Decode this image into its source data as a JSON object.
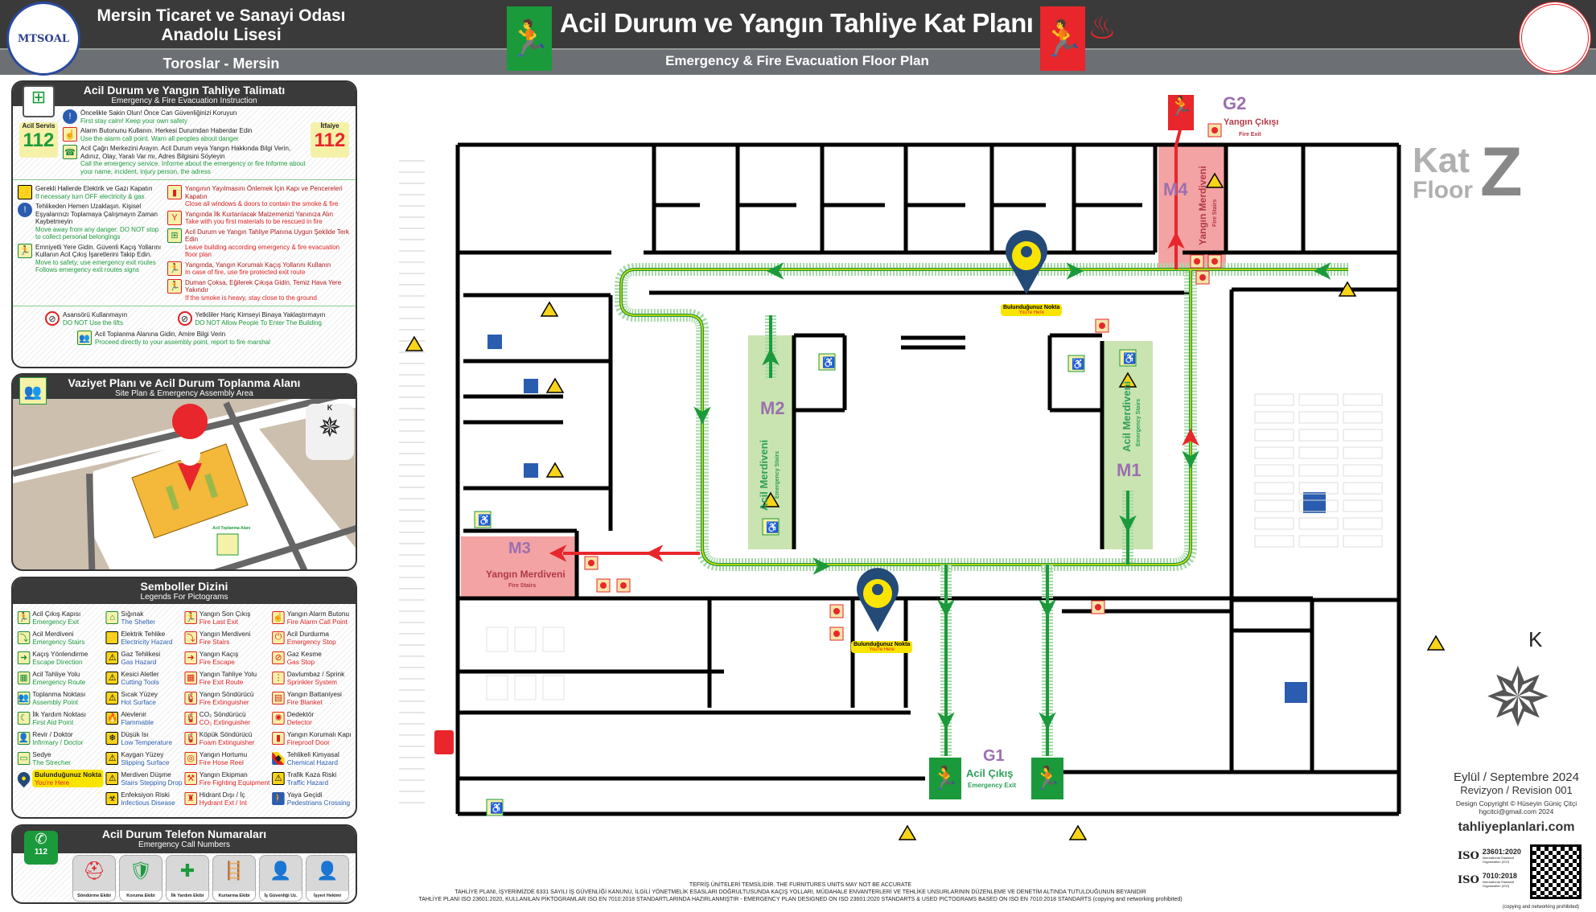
{
  "header": {
    "school_line1": "Mersin Ticaret ve Sanayi Odası",
    "school_line2": "Anadolu Lisesi",
    "location": "Toroslar - Mersin",
    "logo_text": "MTSOAL",
    "title": "Acil Durum ve Yangın Tahliye Kat Planı",
    "subtitle": "Emergency & Fire Evacuation Floor Plan"
  },
  "instructions": {
    "title": "Acil Durum ve Yangın Tahliye Talimatı",
    "subtitle": "Emergency & Fire Evacuation Instruction",
    "badge_left": {
      "label": "Acil Servis",
      "number": "112"
    },
    "badge_right": {
      "label": "İtfaiye",
      "number": "112"
    },
    "top": [
      {
        "tr": "Öncelikle Sakin Olun! Önce Can Güvenliğinizi Koruyun",
        "en": "First stay calm! Keep your own safety"
      },
      {
        "tr": "Alarm Butonunu Kullanın. Herkesi Durumdan Haberdar Edin",
        "en": "Use the alarm call point. Warn all peoples about danger"
      },
      {
        "tr": "Acil Çağrı Merkezini Arayın. Acil Durum veya Yangın Hakkında Bilgi Verin, Adınız, Olay, Yaralı Var mı, Adres Bilgisini Söyleyin",
        "en": "Call the emergency service. Informe about the emergency or fire Informe about your name, incident, injury person, the adress"
      }
    ],
    "left": [
      {
        "tr": "Gerekli Hallerde Elektrik ve Gazı Kapatın",
        "en": "If necessary turn OFF electricity & gas"
      },
      {
        "tr": "Tehlikeden Hemen Uzaklaşın. Kişisel Eşyalarınızı Toplamaya Çalışmayın Zaman Kaybetmeyin",
        "en": "Move away from any danger. DO NOT stop to collect personal belongings"
      },
      {
        "tr": "Emniyetli Yere Gidin. Güvenli Kaçış Yollarını Kullanın Acil Çıkış İşaretlerini Takip Edin.",
        "en": "Move to safety, use emergency exit routes Follows emergency exit routes signs"
      }
    ],
    "right": [
      {
        "tr": "Yangının Yayılmasını Önlemek İçin Kapı ve Pencereleri Kapatın",
        "en": "Close all windows & doors to contain the smoke & fire"
      },
      {
        "tr": "Yangında İlk Kurtarılacak Malzemenizi Yanınıza Alın",
        "en": "Take with you first materials to be rescued in fire"
      },
      {
        "tr": "Acil Durum ve Yangın Tahliye Planına Uygun Şekilde Terk Edin",
        "en": "Leave building according emergency & fire evacuation floor plan"
      },
      {
        "tr": "Yangında, Yangın Korumalı Kaçış Yollarını Kullanın",
        "en": "In case of fire, use fire protected exit route"
      },
      {
        "tr": "Duman Çoksa, Eğilerek Çıkışa Gidin, Temiz Hava Yere Yakındır",
        "en": "If the smoke is heavy, stay close to the ground"
      }
    ],
    "bottom": [
      {
        "tr": "Asansörü Kullanmayın",
        "en": "DO NOT Use the lifts"
      },
      {
        "tr": "Yetkililer Hariç Kimseyi Binaya Yaklaştırmayın",
        "en": "DO NOT Allow People To Enter The Building"
      },
      {
        "tr": "Acil Toplanma Alanına Gidin, Amire Bilgi Verin",
        "en": "Proceed directly to your assembly point, report to fire marshal"
      }
    ]
  },
  "site_plan": {
    "title": "Vaziyet Planı ve Acil Durum Toplanma Alanı",
    "subtitle": "Site Plan & Emergency Assembly Area",
    "compass_label": "K",
    "assembly_label": "Acil Toplanma Alanı"
  },
  "legend": {
    "title": "Semboller Dizini",
    "subtitle": "Legends For Pictograms",
    "items": [
      {
        "tr": "Acil Çıkış Kapısı",
        "en": "Emergency Exit",
        "c": "g",
        "i": "🏃"
      },
      {
        "tr": "Acil Merdiveni",
        "en": "Emergency Stairs",
        "c": "g",
        "i": "⤵"
      },
      {
        "tr": "Kaçış Yönlendirme",
        "en": "Escape Direction",
        "c": "g",
        "i": "➜"
      },
      {
        "tr": "Acil Tahliye Yolu",
        "en": "Emergency Route",
        "c": "g",
        "i": "▦"
      },
      {
        "tr": "Toplanma Noktası",
        "en": "Assembly Point",
        "c": "g",
        "i": "👥"
      },
      {
        "tr": "İlk Yardım Noktası",
        "en": "First Aid Point",
        "c": "g",
        "i": "☾"
      },
      {
        "tr": "Revir / Doktor",
        "en": "Infirmary / Doctor",
        "c": "g",
        "i": "👤"
      },
      {
        "tr": "Sedye",
        "en": "The Strecher",
        "c": "g",
        "i": "▭"
      },
      {
        "tr": "Bulunduğunuz Nokta",
        "en": "You're Here",
        "c": "yh",
        "i": "●"
      },
      {
        "tr": "",
        "en": "",
        "c": "none",
        "i": ""
      },
      {
        "tr": "Sığınak",
        "en": "The Shelter",
        "c": "g",
        "i": "⌂"
      },
      {
        "tr": "Elektrik Tehlike",
        "en": "Electricity Hazard",
        "c": "y",
        "i": "⚡"
      },
      {
        "tr": "Gaz Tehlikesi",
        "en": "Gas Hazard",
        "c": "y",
        "i": "⚠"
      },
      {
        "tr": "Kesici Aletler",
        "en": "Cutting Tools",
        "c": "y",
        "i": "⚠"
      },
      {
        "tr": "Sıcak Yüzey",
        "en": "Hot Surface",
        "c": "y",
        "i": "⚠"
      },
      {
        "tr": "Alevlenir",
        "en": "Flammable",
        "c": "y",
        "i": "🔥"
      },
      {
        "tr": "Düşük Isı",
        "en": "Low Temperature",
        "c": "y",
        "i": "❄"
      },
      {
        "tr": "Kaygan Yüzey",
        "en": "Slipping Surface",
        "c": "y",
        "i": "⚠"
      },
      {
        "tr": "Merdiven Düşme",
        "en": "Stairs Stepping Drop",
        "c": "y",
        "i": "⚠"
      },
      {
        "tr": "Enfeksiyon Riski",
        "en": "Infectious Disease",
        "c": "y",
        "i": "☣"
      },
      {
        "tr": "Yangın Son Çıkış",
        "en": "Fire Last Exit",
        "c": "r",
        "i": "🏃"
      },
      {
        "tr": "Yangın Merdiveni",
        "en": "Fire Stairs",
        "c": "r",
        "i": "⤵"
      },
      {
        "tr": "Yangın Kaçış",
        "en": "Fire Escape",
        "c": "r",
        "i": "➜"
      },
      {
        "tr": "Yangın Tahliye Yolu",
        "en": "Fire Exit Route",
        "c": "r",
        "i": "▦"
      },
      {
        "tr": "Yangın Söndürücü",
        "en": "Fire Extinguisher",
        "c": "r",
        "i": "🧯"
      },
      {
        "tr": "CO₂ Söndürücü",
        "en": "CO₂ Extinguisher",
        "c": "r",
        "i": "🧯"
      },
      {
        "tr": "Köpük Söndürücü",
        "en": "Foam Extinguisher",
        "c": "r",
        "i": "🧯"
      },
      {
        "tr": "Yangın Hortumu",
        "en": "Fire Hose Reel",
        "c": "r",
        "i": "◎"
      },
      {
        "tr": "Yangın Ekipman",
        "en": "Fire Fighting Equipment",
        "c": "r",
        "i": "⚒"
      },
      {
        "tr": "Hidrant Dışı / İç",
        "en": "Hydrant Ext / Int",
        "c": "r",
        "i": "♜"
      },
      {
        "tr": "Yangın Alarm Butonu",
        "en": "Fire Alarm Call Point",
        "c": "r",
        "i": "☝"
      },
      {
        "tr": "Acil Durdurma",
        "en": "Emergency Stop",
        "c": "r",
        "i": "⏻"
      },
      {
        "tr": "Gaz Kesme",
        "en": "Gas Stop",
        "c": "r",
        "i": "⊘"
      },
      {
        "tr": "Davlumbaz / Sprink",
        "en": "Sprinkler System",
        "c": "r",
        "i": "⋮"
      },
      {
        "tr": "Yangın Battaniyesi",
        "en": "Fire Blanket",
        "c": "r",
        "i": "▤"
      },
      {
        "tr": "Dedektör",
        "en": "Detector",
        "c": "r",
        "i": "✺"
      },
      {
        "tr": "Yangın Korumalı Kapı",
        "en": "Fireproof Door",
        "c": "r",
        "i": "▮"
      },
      {
        "tr": "Tehlikeli Kimyasal",
        "en": "Chemical Hazard",
        "c": "w",
        "i": "◆"
      },
      {
        "tr": "Trafik Kaza Riski",
        "en": "Traffic Hazard",
        "c": "y",
        "i": "⚠"
      },
      {
        "tr": "Yaya Geçidi",
        "en": "Pedestrians Crossing",
        "c": "b",
        "i": "🚶"
      }
    ]
  },
  "phones": {
    "title": "Acil Durum Telefon Numaraları",
    "subtitle": "Emergency Call Numbers",
    "number": "112",
    "teams": [
      {
        "label": "Söndürme Ekibi",
        "i": "⛑",
        "color": "#e02020"
      },
      {
        "label": "Koruma Ekibi",
        "i": "🛡",
        "color": "#1b9a3b"
      },
      {
        "label": "İlk Yardım Ekibi",
        "i": "✚",
        "color": "#1b9a3b"
      },
      {
        "label": "Kurtarma Ekibi",
        "i": "🪜",
        "color": "#1b9a3b"
      },
      {
        "label": "İş Güvenliği Uz.",
        "i": "👤",
        "color": "#2a4fa0"
      },
      {
        "label": "İşyeri Hekimi",
        "i": "👤",
        "color": "#666"
      }
    ]
  },
  "plan": {
    "floor_word_tr": "Kat",
    "floor_word_en": "Floor",
    "floor_code": "Z",
    "compass_label": "K",
    "exits": {
      "g2": {
        "code": "G2",
        "tr": "Yangın Çıkışı",
        "en": "Fire Exit"
      },
      "g1": {
        "code": "G1",
        "tr": "Acil Çıkış",
        "en": "Emergency Exit"
      }
    },
    "stairs": {
      "m1": {
        "code": "M1",
        "tr": "Acil Merdiveni",
        "en": "Emergency Stairs"
      },
      "m2": {
        "code": "M2",
        "tr": "Acil Merdiveni",
        "en": "Emergency Stairs"
      },
      "m3": {
        "code": "M3",
        "tr": "Yangın Merdiveni",
        "en": "Fire Stairs"
      },
      "m4": {
        "code": "M4",
        "tr": "Yangın Merdiveni",
        "en": "Fire Stairs"
      }
    },
    "you_are_here": {
      "tr": "Bulunduğunuz Nokta",
      "en": "You're Here"
    },
    "colors": {
      "route": "#1b9a3b",
      "fire": "#e8262b",
      "stairs_green": "#c9e4b0",
      "stairs_red": "#f3a3a3",
      "label": "#9b6fb0"
    }
  },
  "meta": {
    "date": "Eylül / Septembre 2024",
    "revision": "Revizyon / Revision 001",
    "copyright": "Design Copyright © Hüseyin Güniç Çitçi",
    "email": "hgcitci@gmail.com 2024",
    "website": "tahliyeplanlari.com",
    "iso1": "23601:2020",
    "iso2": "7010:2018",
    "iso_org": "International Standard Organization (ISO)",
    "iso_label": "ISO",
    "copy_prohibited": "(copying and networking prohibited)"
  },
  "footer": {
    "line1": "TEFRİŞ ÜNİTELERİ TEMSİLİDİR. THE FURNITURES UNITS MAY NOT BE ACCURATE",
    "line2": "TAHLİYE PLANI, İŞYERİMİZDE 6331 SAYILI İŞ GÜVENLİĞİ KANUNU, İLGİLİ YÖNETMELİK ESASLARI DOĞRULTUSUNDA KAÇIŞ YOLLARI, MÜDAHALE ENVANTERLERİ VE TEHLİKE UNSURLARININ DÜZENLEME VE DENETİM ALTINDA TUTULDUĞUNUN BEYANIDIR",
    "line3": "TAHLİYE PLANI ISO 23601:2020, KULLANILAN PİKTOGRAMLAR ISO EN 7010:2018 STANDARTLARINDA HAZIRLANMIŞTIR - EMERGENCY PLAN DESIGNED ON ISO 23601:2020 STANDARTS & USED PICTOGRAMS BASED ON ISO EN 7010:2018 STANDARTS (copying and networking prohibited)"
  }
}
